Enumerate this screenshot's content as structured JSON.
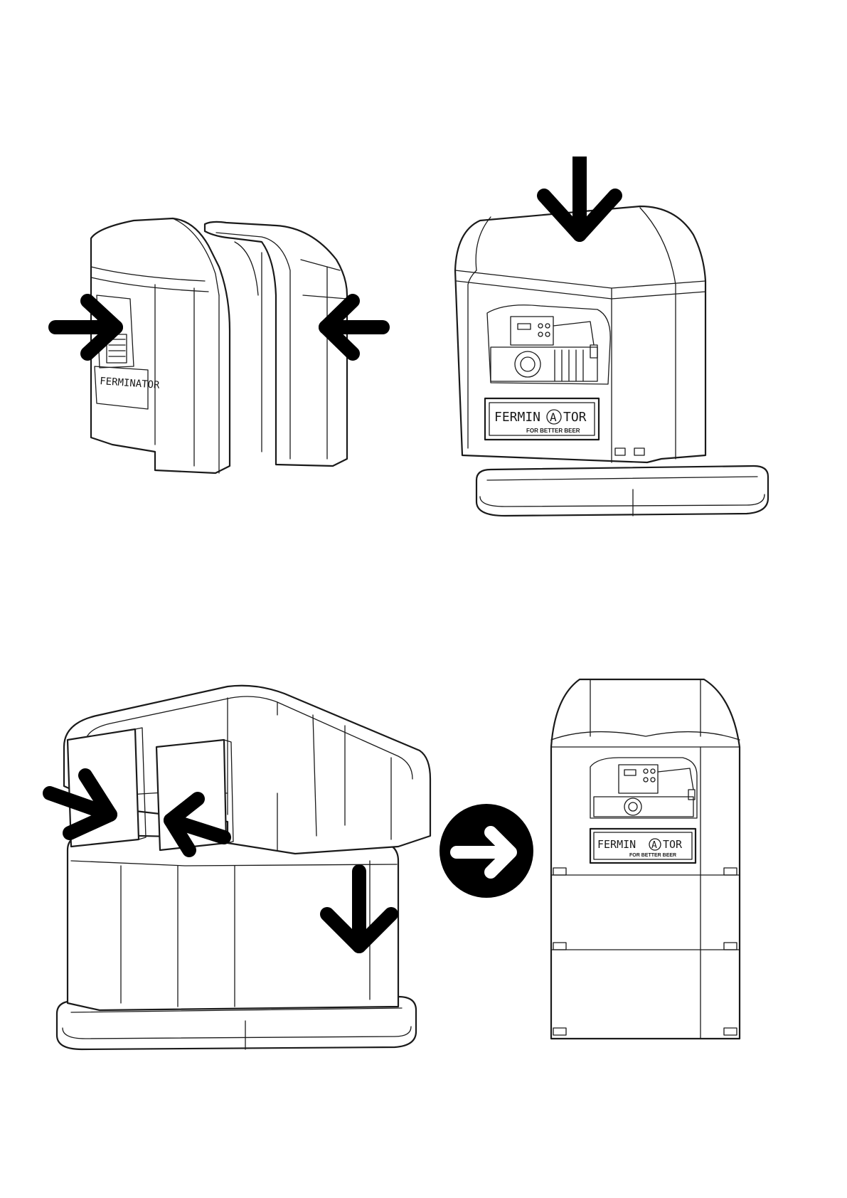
{
  "logo": {
    "brand": "FERMINATOR",
    "brand_left": "FERMIN",
    "brand_mark": "A",
    "brand_right": "TOR",
    "tagline": "FOR BETTER BEER"
  },
  "steps": [
    {
      "name": "join-halves",
      "arrows": [
        "arrow-right",
        "arrow-left"
      ]
    },
    {
      "name": "press-down-onto-base",
      "arrows": [
        "arrow-down"
      ]
    },
    {
      "name": "insert-side-panels-and-stack",
      "arrows": [
        "arrow-right",
        "arrow-left",
        "arrow-down"
      ]
    },
    {
      "name": "assembled-result",
      "arrows": []
    }
  ],
  "icons": {
    "next_step": "circle-arrow-right-icon"
  },
  "colors": {
    "line": "#1a1a1a",
    "arrow": "#000000",
    "background": "#ffffff"
  }
}
